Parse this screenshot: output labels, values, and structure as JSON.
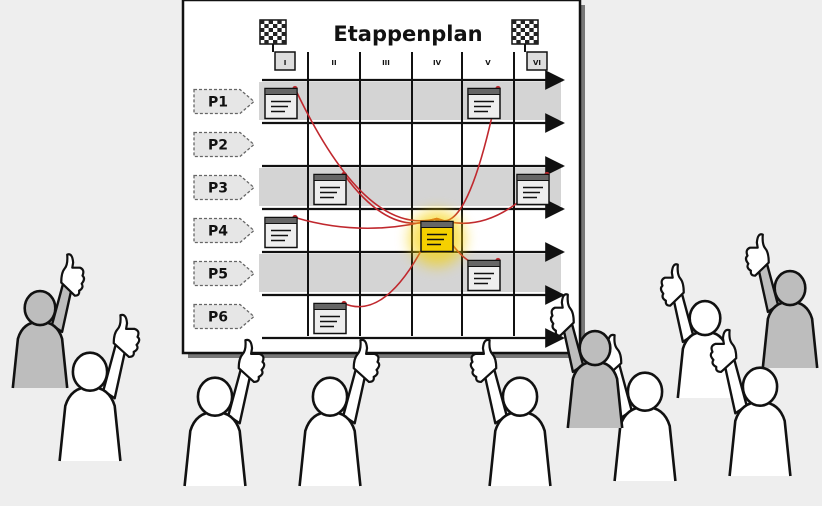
{
  "board": {
    "title": "Etappenplan",
    "columns": [
      "I",
      "II",
      "III",
      "IV",
      "V",
      "VI"
    ],
    "rows": [
      "P1",
      "P2",
      "P3",
      "P4",
      "P5",
      "P6"
    ],
    "shaded_rows": [
      "P1",
      "P3",
      "P5"
    ],
    "central_card": {
      "row": "P4",
      "column": "IV"
    },
    "cards": [
      {
        "row": "P1",
        "column": "I"
      },
      {
        "row": "P1",
        "column": "V"
      },
      {
        "row": "P3",
        "column": "II"
      },
      {
        "row": "P3",
        "column": "VI"
      },
      {
        "row": "P4",
        "column": "I"
      },
      {
        "row": "P5",
        "column": "V"
      },
      {
        "row": "P6",
        "column": "II"
      }
    ]
  },
  "audience": {
    "people_count": 10,
    "gesture": "thumbs-up"
  },
  "colors": {
    "background": "#eeeeee",
    "board_paper": "#ffffff",
    "row_band": "#d4d4d4",
    "connector": "#c0282e",
    "highlight_card": "#f5d000",
    "outline": "#111111",
    "person_fill": "#ffffff",
    "person_shade": "#bdbdbd"
  }
}
